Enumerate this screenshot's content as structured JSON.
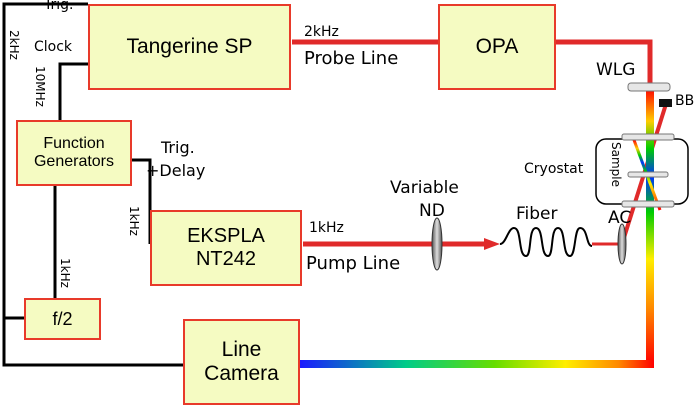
{
  "boxes": {
    "tangerine": "Tangerine SP",
    "opa": "OPA",
    "function_generators": "Function Generators",
    "ekspla": "EKSPLA NT242",
    "f2": "f/2",
    "line_camera": "Line Camera"
  },
  "labels": {
    "trig_top": "Trig.",
    "clock": "Clock",
    "clock_rate": "10MHz",
    "sync_2khz": "2kHz",
    "probe_rate": "2kHz",
    "probe_line": "Probe Line",
    "wlg": "WLG",
    "bb": "BB",
    "trig_delay_1": "Trig.",
    "trig_delay_2": "+Delay",
    "ekspla_rate": "1kHz",
    "pump_rate": "1kHz",
    "pump_line": "Pump Line",
    "variable_nd_1": "Variable",
    "variable_nd_2": "ND",
    "fiber": "Fiber",
    "cryostat": "Cryostat",
    "sample": "Sample",
    "ac": "AC",
    "f2_rate": "1kHz"
  },
  "colors": {
    "box_fill": "#f5fbc2",
    "box_border": "#e83a2a",
    "beam": "#e02a2a",
    "wire": "#000000"
  }
}
